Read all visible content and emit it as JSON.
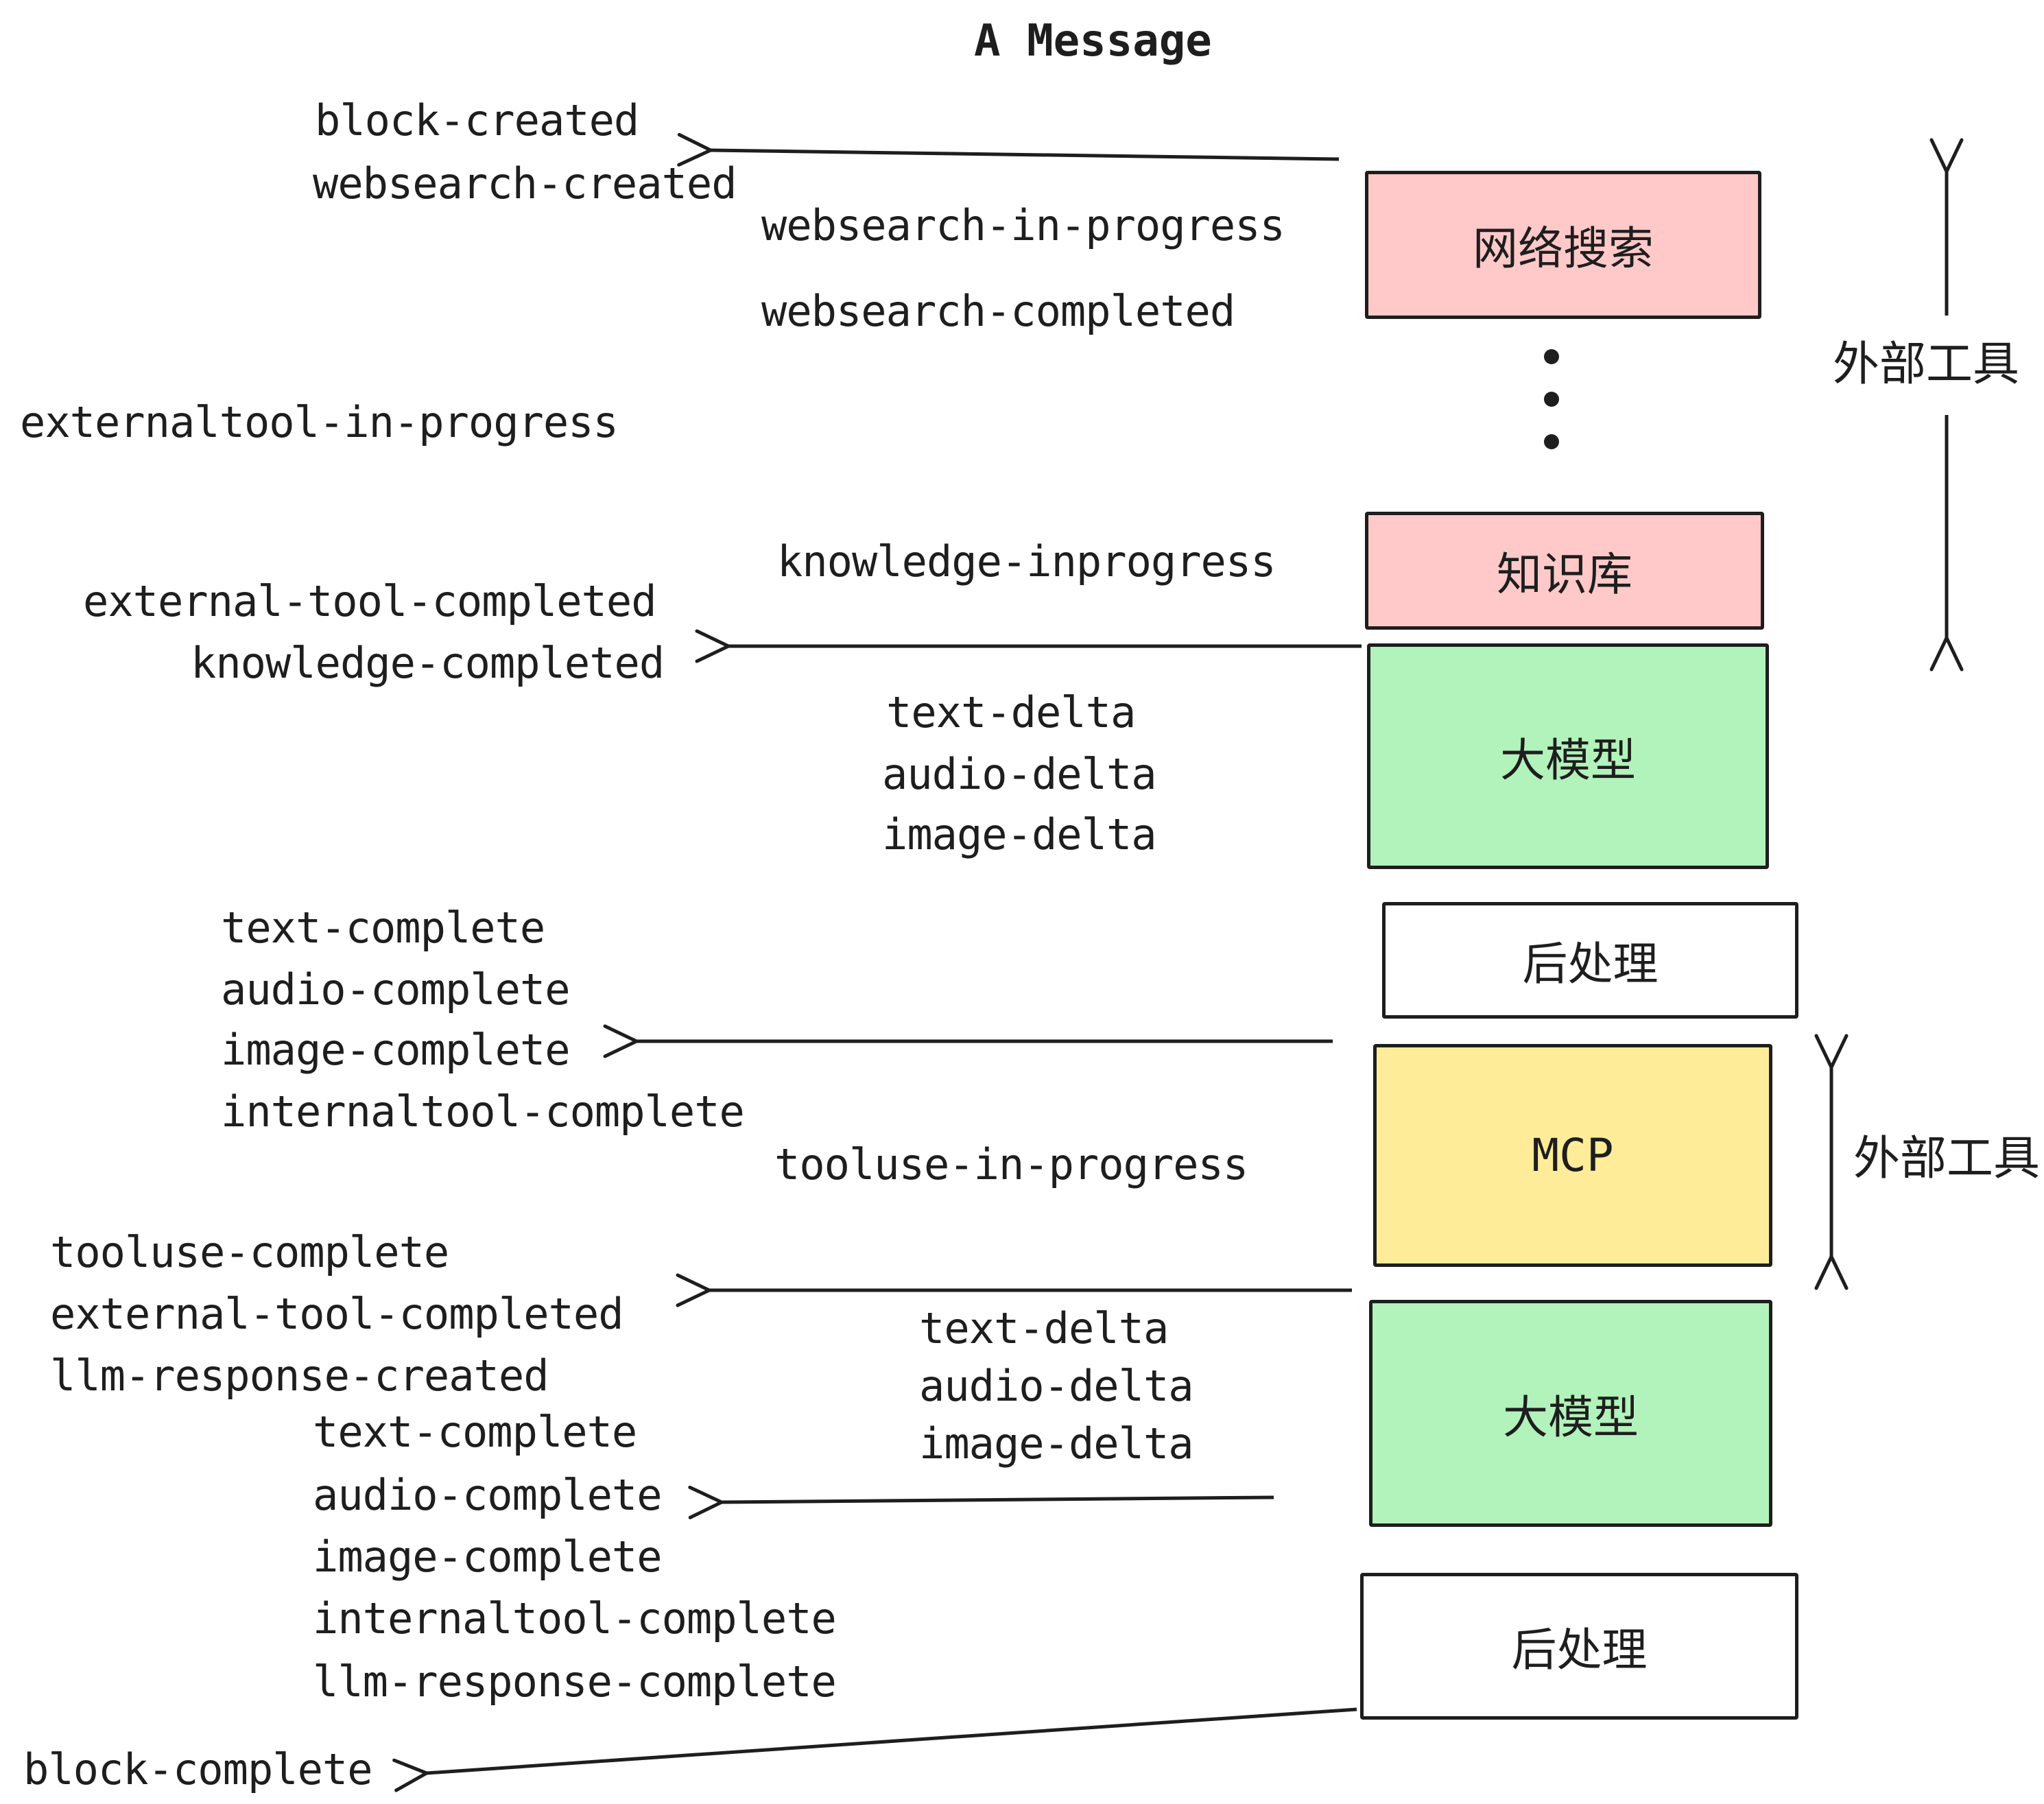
{
  "title": "A Message",
  "events": {
    "block_created": "block-created",
    "websearch_created": "websearch-created",
    "websearch_in_progress": "websearch-in-progress",
    "websearch_completed": "websearch-completed",
    "externaltool_in_progress": "externaltool-in-progress",
    "knowledge_inprogress": "knowledge-inprogress",
    "external_tool_completed": "external-tool-completed",
    "knowledge_completed": "knowledge-completed",
    "text_delta": "text-delta",
    "audio_delta": "audio-delta",
    "image_delta": "image-delta",
    "text_complete": "text-complete",
    "audio_complete": "audio-complete",
    "image_complete": "image-complete",
    "internaltool_complete": "internaltool-complete",
    "tooluse_in_progress": "tooluse-in-progress",
    "tooluse_complete": "tooluse-complete",
    "llm_response_created": "llm-response-created",
    "llm_response_complete": "llm-response-complete",
    "block_complete": "block-complete"
  },
  "nodes": {
    "websearch": "网络搜索",
    "knowledge": "知识库",
    "llm": "大模型",
    "postprocess": "后处理",
    "mcp": "MCP"
  },
  "labels": {
    "external_tools": "外部工具"
  },
  "colors": {
    "pink": "#ffc9c9",
    "green": "#b2f2bb",
    "yellow": "#ffec99",
    "line": "#1e1e1e",
    "background": "#ffffff"
  }
}
